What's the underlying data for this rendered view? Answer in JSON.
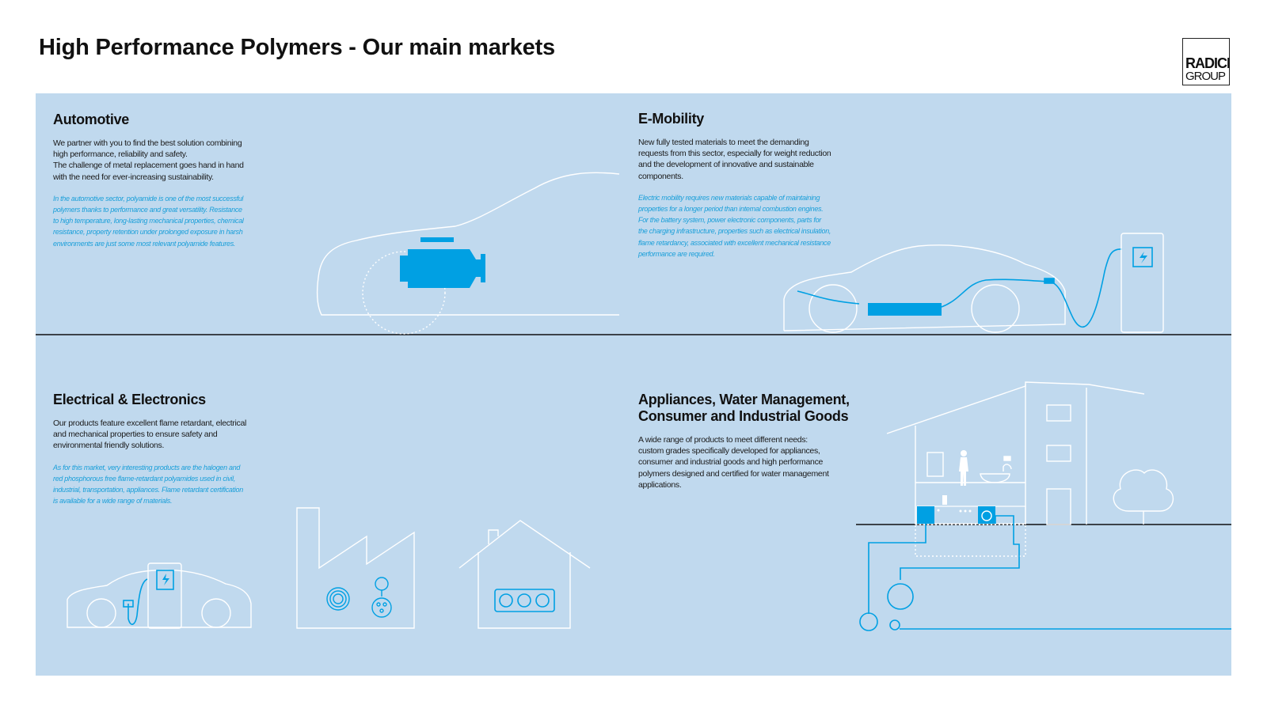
{
  "header": {
    "title": "High Performance Polymers - Our main markets",
    "logo_line1": "RADICI",
    "logo_line2": "GROUP"
  },
  "colors": {
    "panel_bg": "#c0d9ee",
    "accent": "#00a0e3",
    "line_white": "#ffffff",
    "divider": "#111111"
  },
  "markets": {
    "automotive": {
      "title": "Automotive",
      "description": "We partner with you to find the best solution combining\nhigh performance, reliability and safety.\nThe challenge of metal replacement goes hand in hand\nwith the need for ever-increasing sustainability.",
      "note": "In the automotive sector, polyamide is one of the most successful\npolymers thanks to performance and great versatility. Resistance\nto high temperature, long-lasting mechanical properties, chemical\nresistance, property retention under prolonged exposure in harsh\nenvironments are just some most relevant polyamide features."
    },
    "emobility": {
      "title": "E-Mobility",
      "description": "New fully tested materials to meet the demanding\nrequests from this sector, especially for weight reduction\nand the development of innovative and sustainable\ncomponents.",
      "note": "Electric mobility requires new materials capable of maintaining\nproperties for a longer period than internal combustion engines.\nFor the battery system, power electronic components, parts for\nthe charging infrastructure, properties such as electrical insulation,\nflame retardancy, associated with excellent mechanical resistance\nperformance are required."
    },
    "electrical": {
      "title": "Electrical & Electronics",
      "description": "Our products feature excellent flame retardant, electrical\nand mechanical properties to ensure safety and\nenvironmental friendly solutions.",
      "note": "As for this market, very interesting products are the halogen and\nred phosphorous free flame-retardant polyamides used in civil,\nindustrial, transportation, appliances. Flame retardant certification\nis available for a wide range of materials."
    },
    "appliances": {
      "title": "Appliances, Water Management,\nConsumer and Industrial Goods",
      "description": "A wide range of products to meet different needs:\ncustom grades specifically developed for appliances,\nconsumer and industrial goods and high performance\npolymers designed and certified for water management\napplications."
    }
  },
  "illustrations": {
    "automotive": [
      "car-outline-icon",
      "engine-icon",
      "wheel-icon"
    ],
    "emobility": [
      "electric-car-icon",
      "battery-icon",
      "charging-station-icon",
      "charging-cable-icon"
    ],
    "electrical": [
      "ev-charger-car-icon",
      "factory-icon",
      "fan-icon",
      "socket-icon",
      "house-icon",
      "power-strip-icon"
    ],
    "appliances": [
      "house-cross-section-icon",
      "person-icon",
      "sink-icon",
      "washing-machine-icon",
      "tree-icon",
      "water-pipe-icon"
    ]
  }
}
